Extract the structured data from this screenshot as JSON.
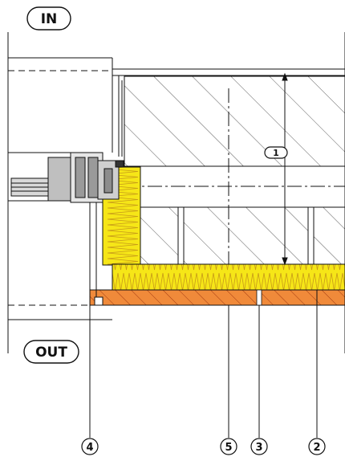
{
  "labels": {
    "inside": "IN",
    "outside": "OUT"
  },
  "callouts": [
    {
      "id": "c1",
      "text": "1"
    },
    {
      "id": "c2",
      "text": "2"
    },
    {
      "id": "c3",
      "text": "3"
    },
    {
      "id": "c4",
      "text": "4"
    },
    {
      "id": "c5",
      "text": "5"
    }
  ],
  "colors": {
    "insulation_yellow": "#f6e617",
    "insulation_wave": "#c79a18",
    "render_orange": "#f08a3a",
    "render_hatch": "#a23a12",
    "line": "#111111"
  }
}
